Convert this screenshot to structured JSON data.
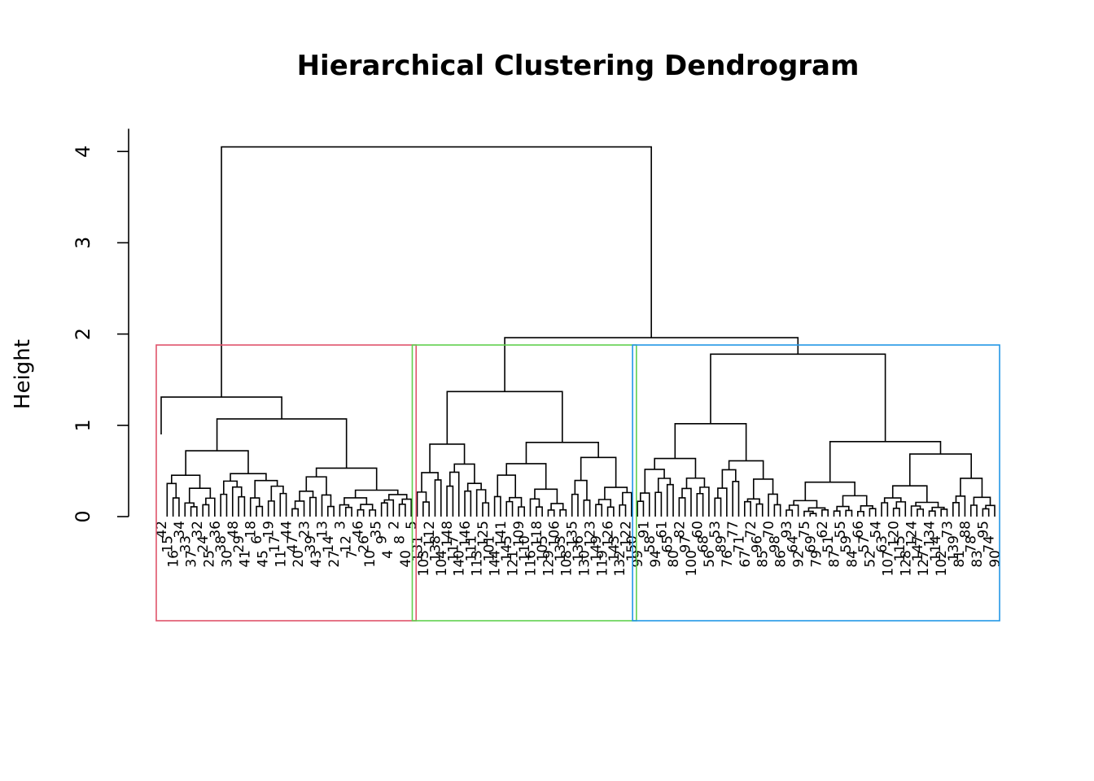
{
  "chart_data": {
    "type": "dendrogram",
    "title": "Hierarchical Clustering Dendrogram",
    "ylabel": "Height",
    "yticks": [
      0,
      1,
      2,
      3,
      4
    ],
    "ylim": [
      0,
      4.3
    ],
    "cut_height": 1.88,
    "merges": [
      {
        "left": "A",
        "right": "B",
        "height": 4.05
      },
      {
        "left": "C1",
        "right": "C2",
        "height": 1.96
      },
      {
        "left": "C2a",
        "right": "C2b",
        "height": 1.78
      },
      {
        "left": "A1",
        "right": "A2",
        "height": 1.31
      },
      {
        "left": "C1a",
        "right": "C1b",
        "height": 1.37
      }
    ],
    "clusters": [
      {
        "name": "1",
        "color": "#DF536B",
        "leaves": [
          "42",
          "15",
          "16",
          "34",
          "33",
          "37",
          "32",
          "24",
          "25",
          "36",
          "38",
          "30",
          "48",
          "29",
          "41",
          "18",
          "6",
          "45",
          "19",
          "17",
          "11",
          "44",
          "47",
          "20",
          "23",
          "39",
          "43",
          "13",
          "14",
          "27",
          "3",
          "12",
          "7",
          "46",
          "26",
          "10",
          "35",
          "9",
          "4",
          "2",
          "8",
          "40",
          "5"
        ]
      },
      {
        "name": "2",
        "color": "#61D04F",
        "leaves": [
          "131",
          "103",
          "112",
          "138",
          "104",
          "148",
          "117",
          "140",
          "146",
          "111",
          "113",
          "125",
          "101",
          "144",
          "141",
          "145",
          "121",
          "109",
          "110",
          "116",
          "118",
          "105",
          "129",
          "106",
          "133",
          "108",
          "135",
          "136",
          "130",
          "123",
          "149",
          "119",
          "126",
          "143",
          "132",
          "122",
          "150"
        ]
      },
      {
        "name": "3",
        "color": "#2297E6",
        "leaves": [
          "99",
          "91",
          "58",
          "94",
          "61",
          "65",
          "80",
          "82",
          "97",
          "100",
          "60",
          "68",
          "56",
          "53",
          "89",
          "76",
          "77",
          "71",
          "67",
          "72",
          "96",
          "85",
          "70",
          "98",
          "86",
          "93",
          "64",
          "92",
          "75",
          "69",
          "79",
          "62",
          "51",
          "87",
          "55",
          "59",
          "84",
          "66",
          "57",
          "52",
          "54",
          "63",
          "107",
          "120",
          "115",
          "128",
          "124",
          "147",
          "127",
          "134",
          "114",
          "102",
          "73",
          "139",
          "81",
          "88",
          "78",
          "83",
          "95",
          "74",
          "90"
        ]
      }
    ]
  }
}
